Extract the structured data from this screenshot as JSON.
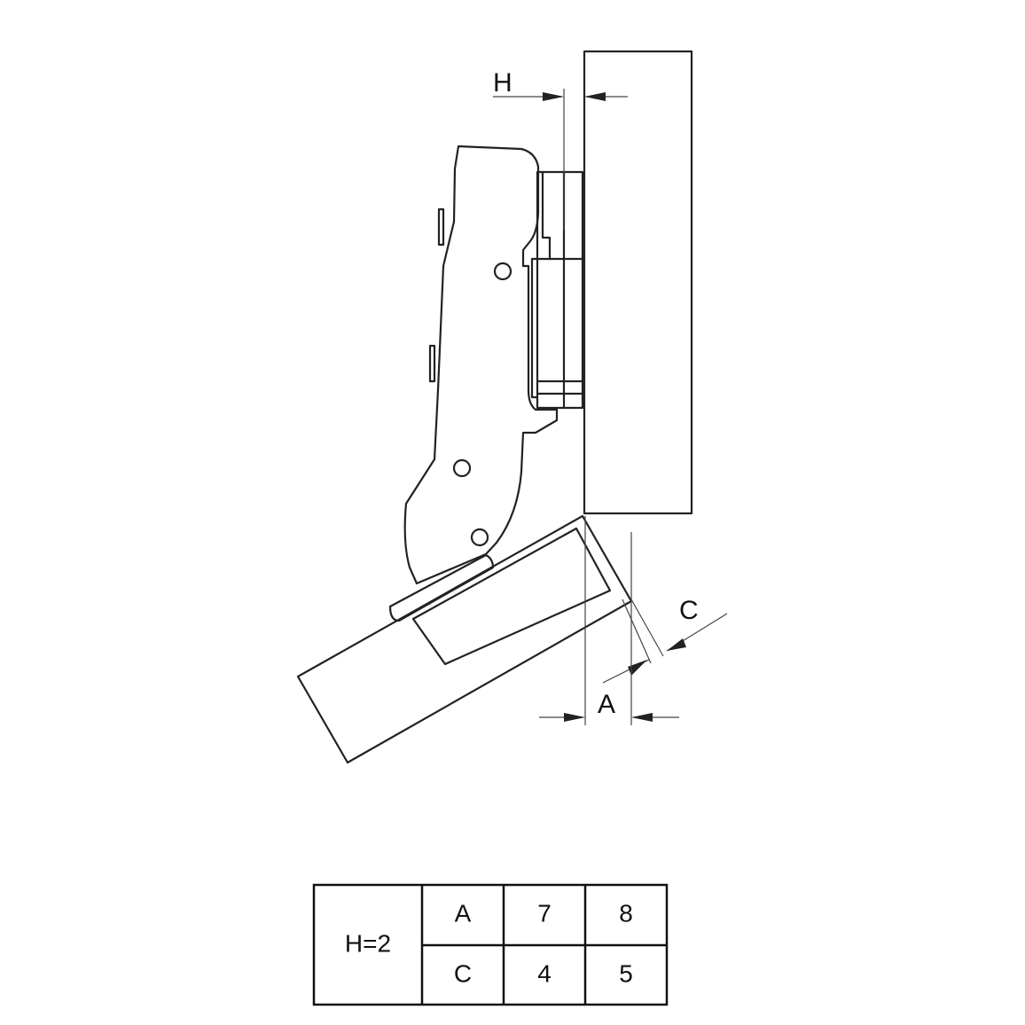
{
  "dimension_labels": {
    "h": "H",
    "c": "C",
    "a": "A"
  },
  "table": {
    "row_header": "H=2",
    "rows": [
      {
        "label": "A",
        "values": [
          "7",
          "8"
        ]
      },
      {
        "label": "C",
        "values": [
          "4",
          "5"
        ]
      }
    ]
  }
}
